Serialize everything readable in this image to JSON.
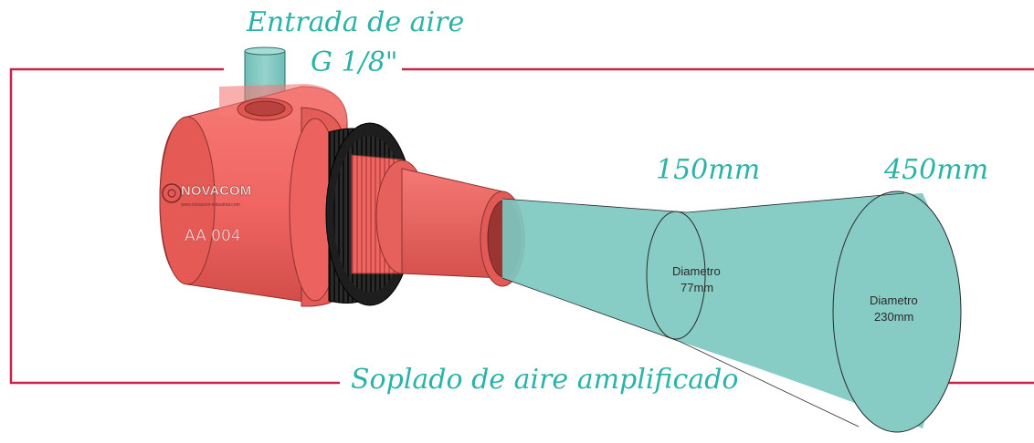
{
  "labels": {
    "air_inlet_line1": "Entrada de aire",
    "air_inlet_line2": "G 1/8\"",
    "distance_near": "150mm",
    "distance_far": "450mm",
    "diameter_near_label": "Diametro",
    "diameter_near_value": "77mm",
    "diameter_far_label": "Diametro",
    "diameter_far_value": "230mm",
    "caption": "Soplado de aire amplificado"
  },
  "device": {
    "brand": "NOVACOM",
    "brand_url": "www.novacom-industrial.com",
    "model": "AA 004"
  },
  "colors": {
    "frame_line": "#c8234b",
    "script_text": "#2bb3a7",
    "body_red": "#f06562",
    "body_red_dark": "#c94440",
    "ring_black": "#1e1e1e",
    "cone_teal": "#7ec8c1",
    "inlet_teal": "#86cbc5"
  }
}
